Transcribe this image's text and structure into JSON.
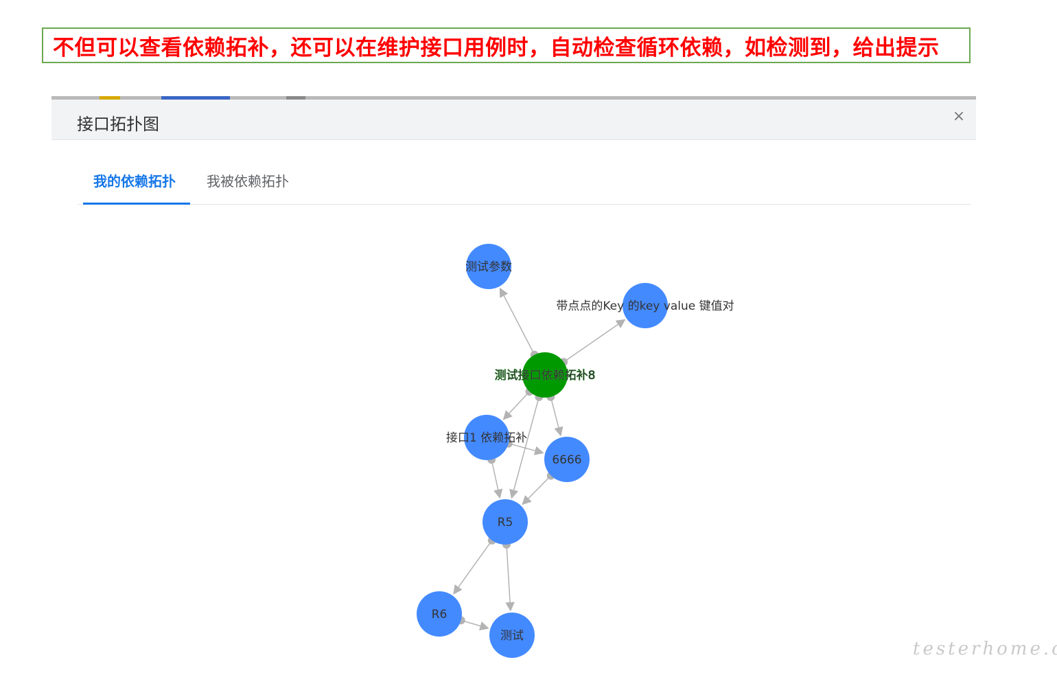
{
  "banner": {
    "text": "不但可以查看依赖拓补，还可以在维护接口用例时，自动检查循环依赖，如检测到，给出提示"
  },
  "dialog": {
    "title": "接口拓扑图",
    "close_icon": "close-icon",
    "close_glyph": "×"
  },
  "tabs": [
    {
      "label": "我的依赖拓扑",
      "active": true
    },
    {
      "label": "我被依赖拓扑",
      "active": false
    }
  ],
  "graph": {
    "colors": {
      "root": "#009900",
      "node": "#448aff",
      "edge": "#b3b3b3",
      "root_label": "#2aa52a"
    },
    "nodes": [
      {
        "id": "root",
        "label": "测试接口依赖拓补8",
        "root": true
      },
      {
        "id": "params",
        "label": "测试参数"
      },
      {
        "id": "keyval",
        "label": "带点点的Key 的key value 键值对"
      },
      {
        "id": "if1",
        "label": "接口1 依赖拓补"
      },
      {
        "id": "n6666",
        "label": "6666"
      },
      {
        "id": "r5",
        "label": "R5"
      },
      {
        "id": "r6",
        "label": "R6"
      },
      {
        "id": "test",
        "label": "测试"
      }
    ],
    "edges": [
      [
        "root",
        "params"
      ],
      [
        "root",
        "keyval"
      ],
      [
        "root",
        "if1"
      ],
      [
        "root",
        "n6666"
      ],
      [
        "root",
        "r5"
      ],
      [
        "if1",
        "n6666"
      ],
      [
        "if1",
        "r5"
      ],
      [
        "n6666",
        "r5"
      ],
      [
        "r5",
        "r6"
      ],
      [
        "r5",
        "test"
      ],
      [
        "r6",
        "test"
      ]
    ]
  },
  "watermark": "testerhome.com"
}
